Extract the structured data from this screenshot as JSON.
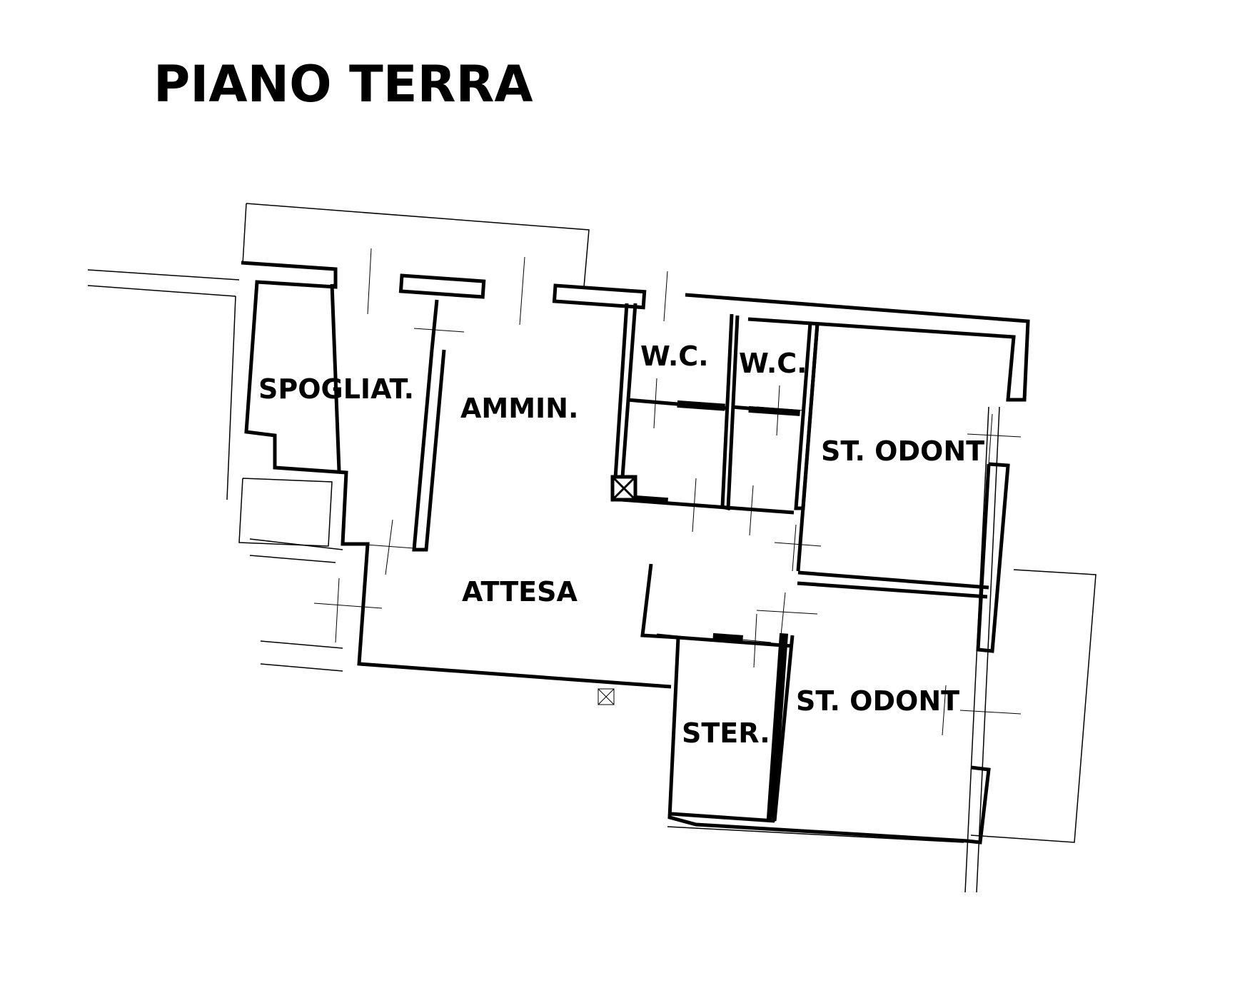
{
  "title": "PIANO TERRA",
  "rooms": {
    "spogliat": "SPOGLIAT.",
    "ammin": "AMMIN.",
    "attesa": "ATTESA",
    "wc_1": "W.C.",
    "wc_2": "W.C.",
    "st_odont_1": "ST. ODONT",
    "st_odont_2": "ST. ODONT",
    "ster": "STER."
  },
  "colors": {
    "line": "#000000",
    "background": "#ffffff"
  }
}
